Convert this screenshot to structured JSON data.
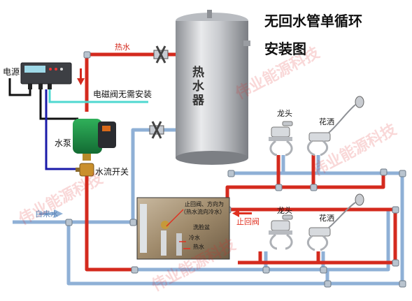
{
  "title": {
    "line1": "无回水管单循环",
    "line2": "安装图"
  },
  "heater": {
    "char1": "热",
    "char2": "水",
    "char3": "器"
  },
  "labels": {
    "hot_water": "热水",
    "power": "电源",
    "solenoid_note": "电磁阀无需安装",
    "pump": "水泵",
    "flow_switch": "水流开关",
    "tap_water": "自来水",
    "faucet_top": "龙头",
    "shower_top": "花洒",
    "faucet_bottom": "龙头",
    "shower_bottom": "花洒",
    "check_valve": "止回阀"
  },
  "photo_callouts": {
    "note_line1": "止回阀、方向为",
    "note_line2": "（热水流向冷水）",
    "basin": "洗脸盆",
    "cold": "冷水",
    "hot": "热水"
  },
  "watermark": "伟业能源科技",
  "colors": {
    "hot_pipe": "#d42a1e",
    "cold_pipe": "#8fb0d6",
    "signal_blue": "#1a1aa8",
    "signal_cyan": "#4fd8d0",
    "accent_red": "#e03020"
  }
}
